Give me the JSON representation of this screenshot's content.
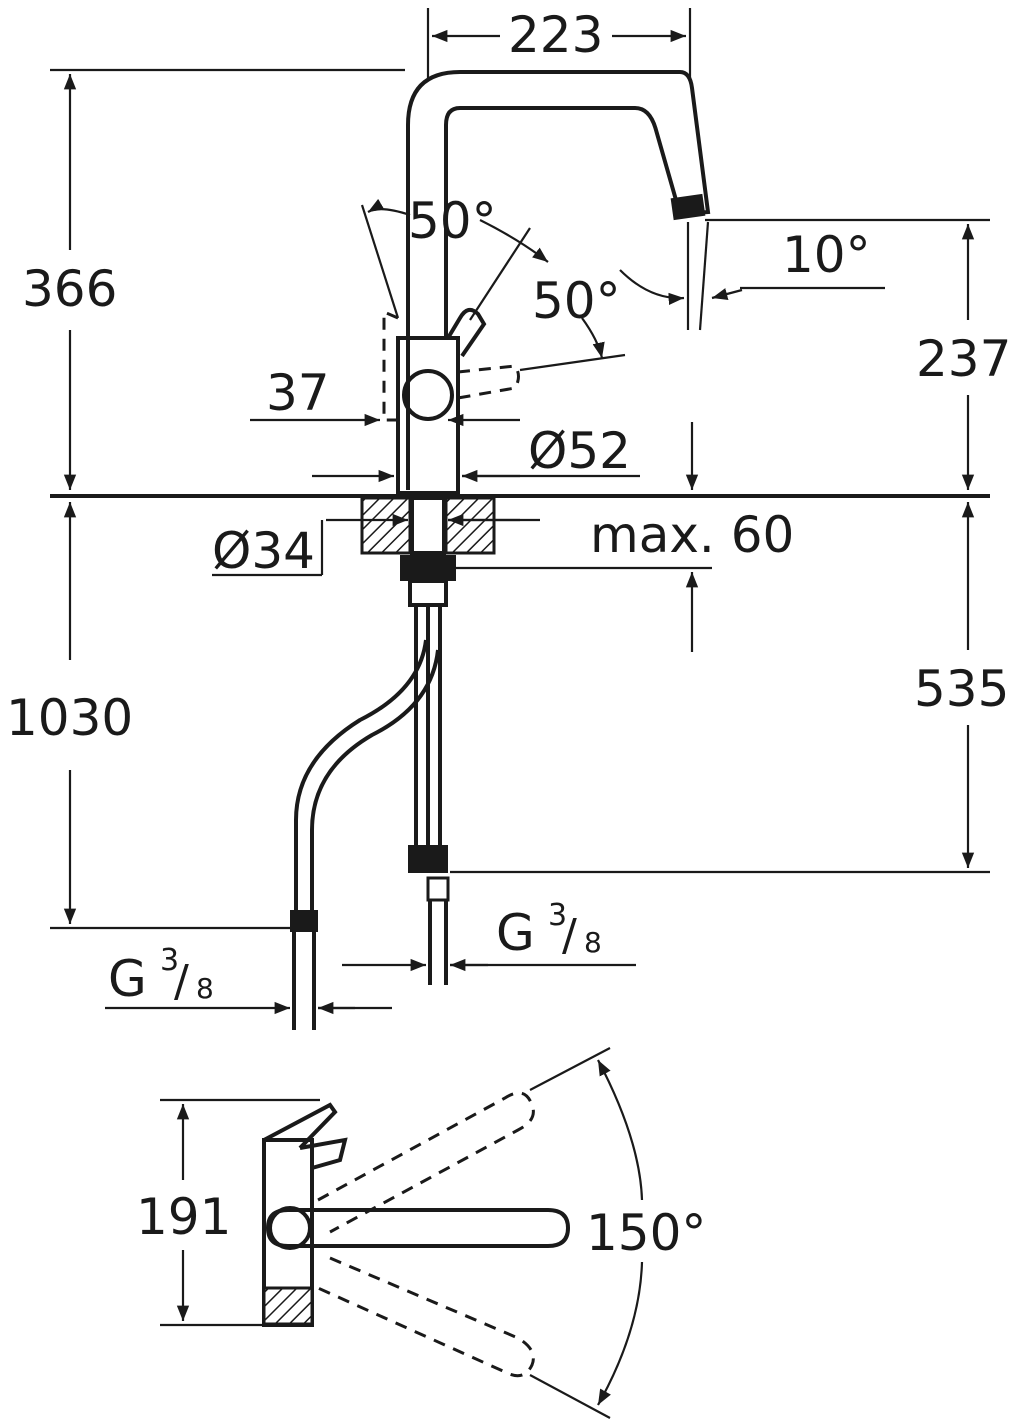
{
  "dimensions": {
    "spout_reach": "223",
    "height_above_deck": "366",
    "outlet_height": "237",
    "lever_angle_front": "50°",
    "lever_angle_side": "50°",
    "spout_angle": "10°",
    "lever_offset": "37",
    "base_diameter": "Ø52",
    "hole_diameter": "Ø34",
    "max_deck_thickness": "max. 60",
    "hose_length": "1030",
    "tail_length": "535",
    "connection_left_main": "G",
    "connection_left_sup": "3",
    "connection_left_sub": "8",
    "connection_right_main": "G",
    "connection_right_sup": "3",
    "connection_right_sub": "8",
    "plan_depth": "191",
    "swivel_angle": "150°"
  }
}
